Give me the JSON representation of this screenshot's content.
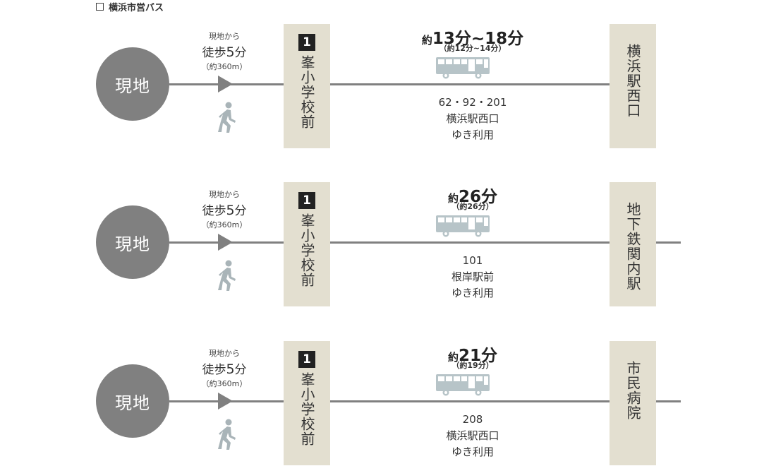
{
  "header": {
    "title": "横浜市営バス"
  },
  "colors": {
    "gray": "#808080",
    "beige": "#e3dfd0",
    "dark": "#222222"
  },
  "routes": [
    {
      "origin": "現地",
      "walk": {
        "top": "現地から",
        "prefix": "徒歩",
        "minutes": "5",
        "unit": "分",
        "sub": "（約360m）"
      },
      "stop": {
        "number": "1",
        "name": "峯小学校前"
      },
      "time": {
        "prefix": "約",
        "value": "13分~18分",
        "sub": "（約12分~14分）"
      },
      "lines": [
        "62・92・201",
        "横浜駅西口",
        "ゆき利用"
      ],
      "destination": "横浜駅西口"
    },
    {
      "origin": "現地",
      "walk": {
        "top": "現地から",
        "prefix": "徒歩",
        "minutes": "5",
        "unit": "分",
        "sub": "（約360m）"
      },
      "stop": {
        "number": "1",
        "name": "峯小学校前"
      },
      "time": {
        "prefix": "約",
        "value": "26分",
        "sub": "（約26分）"
      },
      "lines": [
        "101",
        "根岸駅前",
        "ゆき利用"
      ],
      "destination": "地下鉄関内駅"
    },
    {
      "origin": "現地",
      "walk": {
        "top": "現地から",
        "prefix": "徒歩",
        "minutes": "5",
        "unit": "分",
        "sub": "（約360m）"
      },
      "stop": {
        "number": "1",
        "name": "峯小学校前"
      },
      "time": {
        "prefix": "約",
        "value": "21分",
        "sub": "（約19分）"
      },
      "lines": [
        "208",
        "横浜駅西口",
        "ゆき利用"
      ],
      "destination": "市民病院"
    }
  ]
}
